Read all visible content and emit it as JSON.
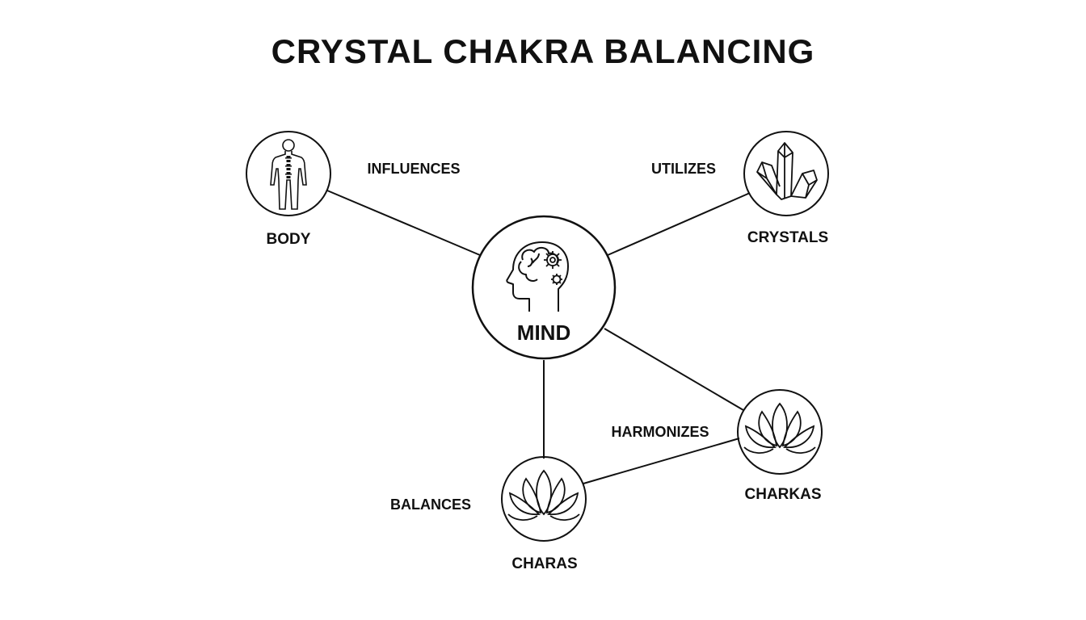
{
  "title": "CRYSTAL CHAKRA BALANCING",
  "nodes": {
    "mind": {
      "label": "MIND",
      "icon": "head-gears-icon"
    },
    "body": {
      "label": "BODY",
      "icon": "human-body-icon"
    },
    "crystals": {
      "label": "CRYSTALS",
      "icon": "crystal-cluster-icon"
    },
    "charkas": {
      "label": "CHARKAS",
      "icon": "lotus-icon"
    },
    "charas": {
      "label": "CHARAS",
      "icon": "lotus-icon"
    }
  },
  "edges": {
    "influences": "INFLUENCES",
    "utilizes": "UTILIZES",
    "harmonizes": "HARMONIZES",
    "balances": "BALANCES"
  },
  "colors": {
    "stroke": "#111111",
    "background": "#ffffff"
  }
}
